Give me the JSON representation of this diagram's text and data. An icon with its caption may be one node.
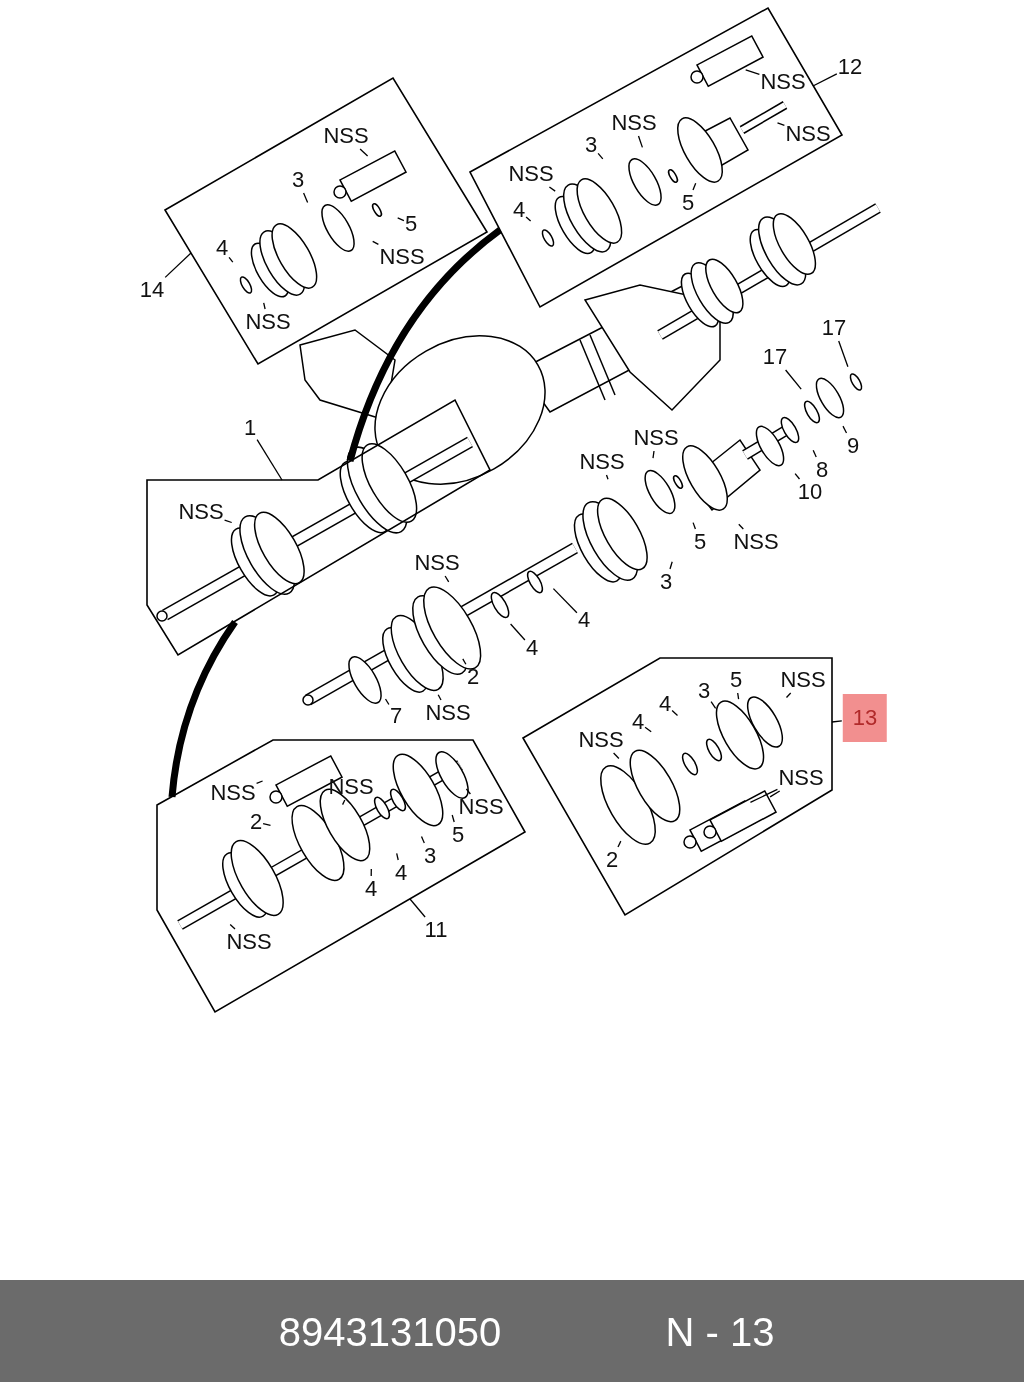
{
  "diagram": {
    "nodes": [
      {
        "text": [],
        "shape": "box"
      },
      {
        "text": [
          "12"
        ]
      },
      {
        "text": [
          "NSS"
        ],
        "in": 0
      },
      {
        "text": [
          "NSS"
        ],
        "in": 0
      },
      {
        "text": [
          "NSS"
        ],
        "in": 0
      },
      {
        "text": [
          "3"
        ],
        "in": 0
      },
      {
        "text": [
          "NSS"
        ],
        "in": 0
      },
      {
        "text": [
          "5"
        ],
        "in": 0
      },
      {
        "text": [
          "4"
        ],
        "in": 0
      },
      {
        "text": [],
        "shape": "box"
      },
      {
        "text": [
          "NSS"
        ],
        "in": 9
      },
      {
        "text": [
          "3"
        ],
        "in": 9
      },
      {
        "text": [
          "5"
        ],
        "in": 9
      },
      {
        "text": [
          "4"
        ],
        "in": 9
      },
      {
        "text": [
          "NSS"
        ],
        "in": 9
      },
      {
        "text": [
          "NSS"
        ],
        "in": 9
      },
      {
        "text": [
          "14"
        ]
      },
      {
        "text": [
          "17"
        ]
      },
      {
        "text": [
          "17"
        ]
      },
      {
        "text": [
          "1"
        ]
      },
      {
        "text": [
          "NSS"
        ]
      },
      {
        "text": [
          "9"
        ]
      },
      {
        "text": [
          "NSS"
        ]
      },
      {
        "text": [
          "8"
        ]
      },
      {
        "text": [],
        "shape": "box"
      },
      {
        "text": [
          "NSS"
        ],
        "in": 24
      },
      {
        "text": [
          "10"
        ]
      },
      {
        "text": [
          "5"
        ]
      },
      {
        "text": [
          "NSS"
        ]
      },
      {
        "text": [
          "NSS"
        ]
      },
      {
        "text": [
          "3"
        ]
      },
      {
        "text": [
          "4"
        ]
      },
      {
        "text": [
          "4"
        ]
      },
      {
        "text": [],
        "shape": "box"
      },
      {
        "text": [
          "2"
        ]
      },
      {
        "text": [
          "NSS"
        ],
        "in": 33
      },
      {
        "text": [
          "5"
        ],
        "in": 33
      },
      {
        "text": [
          "3"
        ],
        "in": 33
      },
      {
        "text": [
          "4"
        ],
        "in": 33
      },
      {
        "text": [
          "NSS"
        ]
      },
      {
        "text": [
          "7"
        ]
      },
      {
        "text": [
          "13"
        ]
      },
      {
        "text": [
          "4"
        ],
        "in": 33
      },
      {
        "text": [
          "NSS"
        ],
        "in": 33
      },
      {
        "text": [
          "NSS"
        ],
        "in": 33
      },
      {
        "text": [
          "2"
        ],
        "in": 33
      },
      {
        "text": [],
        "shape": "box"
      },
      {
        "text": [
          "NSS"
        ],
        "in": 46
      },
      {
        "text": [
          "NSS"
        ],
        "in": 46
      },
      {
        "text": [
          "NSS"
        ],
        "in": 46
      },
      {
        "text": [
          "2"
        ],
        "in": 46
      },
      {
        "text": [
          "5"
        ],
        "in": 46
      },
      {
        "text": [
          "3"
        ],
        "in": 46
      },
      {
        "text": [
          "4"
        ],
        "in": 46
      },
      {
        "text": [
          "4"
        ],
        "in": 46
      },
      {
        "text": [
          "NSS"
        ],
        "in": 46
      },
      {
        "text": [
          "11"
        ]
      }
    ],
    "edges": [
      {
        "from": 1,
        "to": 0,
        "arrow": "none"
      },
      {
        "from": 2,
        "to": null,
        "arrow": "none"
      },
      {
        "from": 3,
        "to": null,
        "arrow": "none"
      },
      {
        "from": 4,
        "to": null,
        "arrow": "none"
      },
      {
        "from": 5,
        "to": null,
        "arrow": "none"
      },
      {
        "from": 6,
        "to": null,
        "arrow": "none"
      },
      {
        "from": 7,
        "to": null,
        "arrow": "none"
      },
      {
        "from": 8,
        "to": null,
        "arrow": "none"
      },
      {
        "from": 10,
        "to": null,
        "arrow": "none"
      },
      {
        "from": 11,
        "to": null,
        "arrow": "none"
      },
      {
        "from": 12,
        "to": null,
        "arrow": "none"
      },
      {
        "from": 13,
        "to": null,
        "arrow": "none"
      },
      {
        "from": 14,
        "to": null,
        "arrow": "none"
      },
      {
        "from": 15,
        "to": null,
        "arrow": "none"
      },
      {
        "from": 16,
        "to": 9,
        "arrow": "none"
      },
      {
        "from": 17,
        "to": null,
        "arrow": "none"
      },
      {
        "from": 18,
        "to": null,
        "arrow": "none"
      },
      {
        "from": 19,
        "to": 24,
        "arrow": "none"
      },
      {
        "from": 20,
        "to": null,
        "arrow": "none"
      },
      {
        "from": 21,
        "to": null,
        "arrow": "none"
      },
      {
        "from": 22,
        "to": null,
        "arrow": "none"
      },
      {
        "from": 23,
        "to": null,
        "arrow": "none"
      },
      {
        "from": 24,
        "to": 0,
        "arrow": "none",
        "style": "thick"
      },
      {
        "from": 24,
        "to": 46,
        "arrow": "none",
        "style": "thick"
      },
      {
        "from": 25,
        "to": null,
        "arrow": "none"
      },
      {
        "from": 26,
        "to": null,
        "arrow": "none"
      },
      {
        "from": 27,
        "to": null,
        "arrow": "none"
      },
      {
        "from": 28,
        "to": null,
        "arrow": "none"
      },
      {
        "from": 29,
        "to": null,
        "arrow": "none"
      },
      {
        "from": 30,
        "to": null,
        "arrow": "none"
      },
      {
        "from": 31,
        "to": null,
        "arrow": "none"
      },
      {
        "from": 32,
        "to": null,
        "arrow": "none"
      },
      {
        "from": 34,
        "to": null,
        "arrow": "none"
      },
      {
        "from": 35,
        "to": null,
        "arrow": "none"
      },
      {
        "from": 36,
        "to": null,
        "arrow": "none"
      },
      {
        "from": 37,
        "to": null,
        "arrow": "none"
      },
      {
        "from": 38,
        "to": null,
        "arrow": "none"
      },
      {
        "from": 39,
        "to": null,
        "arrow": "none"
      },
      {
        "from": 40,
        "to": null,
        "arrow": "none"
      },
      {
        "from": 41,
        "to": 33,
        "arrow": "none"
      },
      {
        "from": 42,
        "to": null,
        "arrow": "none"
      },
      {
        "from": 43,
        "to": null,
        "arrow": "none"
      },
      {
        "from": 44,
        "to": null,
        "arrow": "none"
      },
      {
        "from": 44,
        "to": null,
        "arrow": "none"
      },
      {
        "from": 45,
        "to": null,
        "arrow": "none"
      },
      {
        "from": 47,
        "to": null,
        "arrow": "none"
      },
      {
        "from": 48,
        "to": null,
        "arrow": "none"
      },
      {
        "from": 49,
        "to": null,
        "arrow": "none"
      },
      {
        "from": 50,
        "to": null,
        "arrow": "none"
      },
      {
        "from": 51,
        "to": null,
        "arrow": "none"
      },
      {
        "from": 52,
        "to": null,
        "arrow": "none"
      },
      {
        "from": 53,
        "to": null,
        "arrow": "none"
      },
      {
        "from": 54,
        "to": null,
        "arrow": "none"
      },
      {
        "from": 55,
        "to": null,
        "arrow": "none"
      },
      {
        "from": 56,
        "to": 46,
        "arrow": "none"
      }
    ],
    "labels": [
      "8943131050",
      "N - 13"
    ]
  }
}
